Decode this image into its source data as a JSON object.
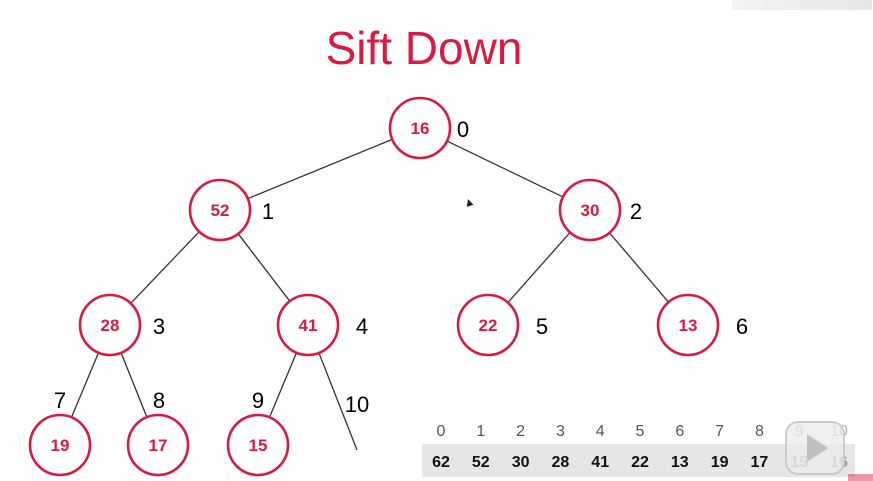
{
  "title": "Sift Down",
  "colors": {
    "accent": "#d81b40",
    "edge": "#333333",
    "node_fill": "#ffffff",
    "index_text": "#000000",
    "array_strip": "#e6e6e6"
  },
  "tree": {
    "nodes": [
      {
        "index": 0,
        "value": 16,
        "index_label": "0"
      },
      {
        "index": 1,
        "value": 52,
        "index_label": "1"
      },
      {
        "index": 2,
        "value": 30,
        "index_label": "2"
      },
      {
        "index": 3,
        "value": 28,
        "index_label": "3"
      },
      {
        "index": 4,
        "value": 41,
        "index_label": "4"
      },
      {
        "index": 5,
        "value": 22,
        "index_label": "5"
      },
      {
        "index": 6,
        "value": 13,
        "index_label": "6"
      },
      {
        "index": 7,
        "value": 19,
        "index_label": "7"
      },
      {
        "index": 8,
        "value": 17,
        "index_label": "8"
      },
      {
        "index": 9,
        "value": 15,
        "index_label": "9"
      }
    ],
    "edges": [
      {
        "from": 0,
        "to": 1
      },
      {
        "from": 0,
        "to": 2
      },
      {
        "from": 1,
        "to": 3
      },
      {
        "from": 1,
        "to": 4
      },
      {
        "from": 2,
        "to": 5
      },
      {
        "from": 2,
        "to": 6
      },
      {
        "from": 3,
        "to": 7
      },
      {
        "from": 3,
        "to": 8
      },
      {
        "from": 4,
        "to": 9
      },
      {
        "from": 4,
        "to": 10
      }
    ],
    "open_edge_index_label": "10"
  },
  "array": {
    "indices": [
      "0",
      "1",
      "2",
      "3",
      "4",
      "5",
      "6",
      "7",
      "8",
      "9",
      "10"
    ],
    "values": [
      "62",
      "52",
      "30",
      "28",
      "41",
      "22",
      "13",
      "19",
      "17",
      "15",
      "16"
    ]
  },
  "icons": {
    "cursor": "mouse-pointer-icon",
    "watermark": "play-watermark-icon"
  }
}
